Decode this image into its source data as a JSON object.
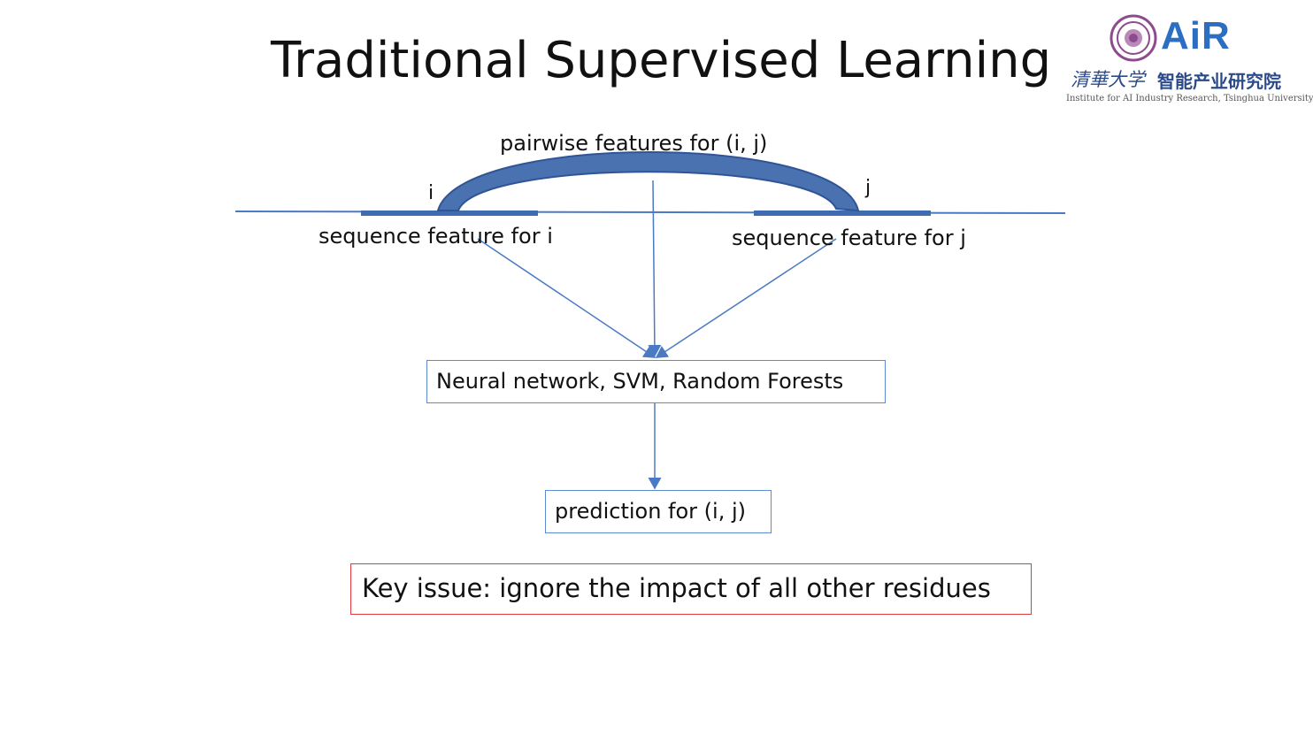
{
  "slide": {
    "title": "Traditional Supervised Learning"
  },
  "logo": {
    "brand": "AiR",
    "chinese_name": "清華大学",
    "institute_cn": "智能产业研究院",
    "institute_en": "Institute for AI Industry Research, Tsinghua University"
  },
  "diagram": {
    "pairwise_label": "pairwise features for (i, j)",
    "residue_i": "i",
    "residue_j": "j",
    "seq_feature_i": "sequence feature for i",
    "seq_feature_j": "sequence feature for j",
    "model_box": "Neural network, SVM, Random Forests",
    "prediction_box": "prediction for (i, j)",
    "key_issue": "Key issue: ignore the impact of all other residues"
  },
  "colors": {
    "arc_fill": "#4a72b0",
    "line": "#4a7ac4",
    "box_border": "#5b8ad0",
    "issue_border": "#e0393e"
  }
}
